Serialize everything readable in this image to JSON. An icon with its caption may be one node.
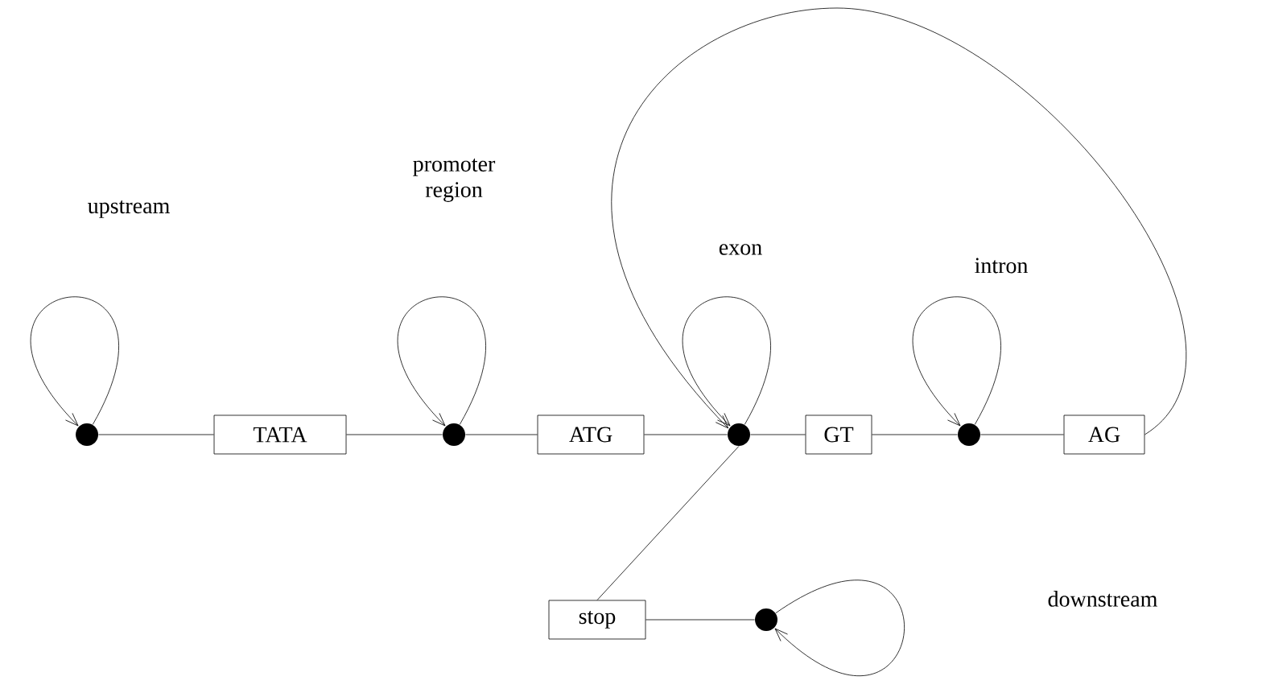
{
  "diagram": {
    "nodes": [
      {
        "text": [],
        "shape": "circle"
      },
      {
        "text": [
          "TATA"
        ]
      },
      {
        "text": [],
        "shape": "circle"
      },
      {
        "text": [
          "ATG"
        ]
      },
      {
        "text": [],
        "shape": "circle"
      },
      {
        "text": [
          "GT"
        ]
      },
      {
        "text": [],
        "shape": "circle"
      },
      {
        "text": [
          "AG"
        ]
      },
      {
        "text": [
          "stop"
        ]
      },
      {
        "text": [],
        "shape": "circle"
      }
    ],
    "labels": [
      "promoter region",
      "upstream",
      "exon",
      "intron",
      "downstream"
    ],
    "edges": [
      {
        "from": 0,
        "to": 0,
        "arrow": "to"
      },
      {
        "from": 0,
        "to": 1,
        "arrow": "none"
      },
      {
        "from": 1,
        "to": 2,
        "arrow": "none"
      },
      {
        "from": 2,
        "to": 2,
        "arrow": "to"
      },
      {
        "from": 2,
        "to": 3,
        "arrow": "none"
      },
      {
        "from": 3,
        "to": 4,
        "arrow": "none"
      },
      {
        "from": 4,
        "to": 4,
        "arrow": "to"
      },
      {
        "from": 4,
        "to": 5,
        "arrow": "none"
      },
      {
        "from": 5,
        "to": 6,
        "arrow": "none"
      },
      {
        "from": 6,
        "to": 6,
        "arrow": "to"
      },
      {
        "from": 6,
        "to": 7,
        "arrow": "none"
      },
      {
        "from": 7,
        "to": 4,
        "arrow": "to"
      },
      {
        "from": 4,
        "to": 8,
        "arrow": "none"
      },
      {
        "from": 8,
        "to": 9,
        "arrow": "none"
      },
      {
        "from": 9,
        "to": 9,
        "arrow": "to"
      }
    ]
  }
}
